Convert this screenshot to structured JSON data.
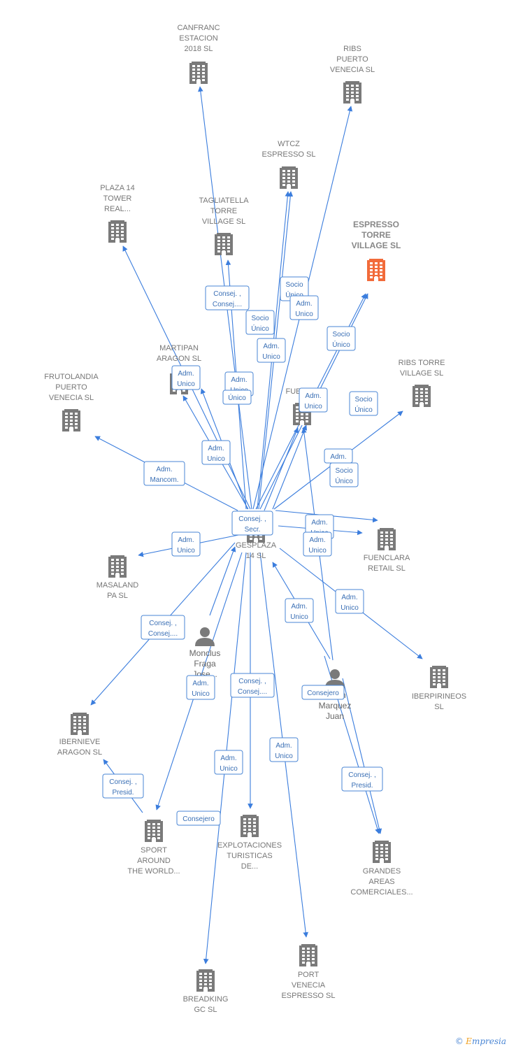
{
  "colors": {
    "edge": "#3b7ddd",
    "building": "#7a7a7a",
    "focus_building": "#f26b3a",
    "person": "#7a7a7a"
  },
  "nodes": [
    {
      "id": "canfranc",
      "kind": "company",
      "lines": [
        "CANFRANC",
        "ESTACION",
        "2018  SL"
      ]
    },
    {
      "id": "ribs_pv",
      "kind": "company",
      "lines": [
        "RIBS",
        "PUERTO",
        "VENECIA SL"
      ]
    },
    {
      "id": "wtcz",
      "kind": "company",
      "lines": [
        "WTCZ",
        "ESPRESSO  SL"
      ]
    },
    {
      "id": "plaza14",
      "kind": "company",
      "lines": [
        "PLAZA 14",
        "TOWER",
        "REAL..."
      ]
    },
    {
      "id": "tagliatella",
      "kind": "company",
      "lines": [
        "TAGLIATELLA",
        "TORRE",
        "VILLAGE  SL"
      ]
    },
    {
      "id": "espresso_torre",
      "kind": "focus",
      "lines": [
        "ESPRESSO",
        "TORRE",
        "VILLAGE  SL"
      ]
    },
    {
      "id": "martipan",
      "kind": "company",
      "lines": [
        "MARTIPAN",
        "ARAGON SL"
      ]
    },
    {
      "id": "frutolandia",
      "kind": "company",
      "lines": [
        "FRUTOLANDIA",
        "PUERTO",
        "VENECIA SL"
      ]
    },
    {
      "id": "fuenclara",
      "kind": "company",
      "lines": [
        "FUENC..."
      ]
    },
    {
      "id": "ribs_torre",
      "kind": "company",
      "lines": [
        "RIBS TORRE",
        "VILLAGE  SL"
      ]
    },
    {
      "id": "gesplaza",
      "kind": "company",
      "lines": [
        "GESPLAZA",
        "14 SL"
      ]
    },
    {
      "id": "fuenclara_retail",
      "kind": "company",
      "lines": [
        "FUENCLARA",
        "RETAIL  SL"
      ]
    },
    {
      "id": "masaland",
      "kind": "company",
      "lines": [
        "MASALAND",
        "PA SL"
      ]
    },
    {
      "id": "monclus",
      "kind": "person",
      "lines": [
        "Monclus",
        "Fraga",
        "Jose..."
      ]
    },
    {
      "id": "iberpirineos",
      "kind": "company",
      "lines": [
        "IBERPIRINEOS",
        "SL"
      ]
    },
    {
      "id": "ibernieve",
      "kind": "company",
      "lines": [
        "IBERNIEVE",
        "ARAGON  SL"
      ]
    },
    {
      "id": "marquez",
      "kind": "person",
      "lines": [
        "Arcon",
        "Marquez",
        "Juan"
      ]
    },
    {
      "id": "sport",
      "kind": "company",
      "lines": [
        "SPORT",
        "AROUND",
        "THE WORLD..."
      ]
    },
    {
      "id": "explotaciones",
      "kind": "company",
      "lines": [
        "EXPLOTACIONES",
        "TURISTICAS",
        "DE..."
      ]
    },
    {
      "id": "grandes",
      "kind": "company",
      "lines": [
        "GRANDES",
        "AREAS",
        "COMERCIALES..."
      ]
    },
    {
      "id": "breadking",
      "kind": "company",
      "lines": [
        "BREADKING",
        "GC SL"
      ]
    },
    {
      "id": "port_venecia",
      "kind": "company",
      "lines": [
        "PORT",
        "VENECIA",
        "ESPRESSO SL"
      ]
    }
  ],
  "edge_labels": [
    {
      "id": "e1",
      "lines": [
        "Consej. ,",
        "Consej...."
      ]
    },
    {
      "id": "e2",
      "lines": [
        "Socio",
        "Único"
      ]
    },
    {
      "id": "e3",
      "lines": [
        "Adm.",
        "Unico"
      ]
    },
    {
      "id": "e4",
      "lines": [
        "Socio",
        "Único"
      ]
    },
    {
      "id": "e5",
      "lines": [
        "Adm.",
        "Unico"
      ]
    },
    {
      "id": "e6",
      "lines": [
        "Socio",
        "Único"
      ]
    },
    {
      "id": "e7",
      "lines": [
        "Adm.",
        "Unico"
      ]
    },
    {
      "id": "e8",
      "lines": [
        "Adm.",
        "Unico"
      ]
    },
    {
      "id": "e9",
      "lines": [
        "Único"
      ]
    },
    {
      "id": "e10",
      "lines": [
        "Adm.",
        "Unico"
      ]
    },
    {
      "id": "e11",
      "lines": [
        "Socio",
        "Único"
      ]
    },
    {
      "id": "e12",
      "lines": [
        "Adm.",
        "Unico"
      ]
    },
    {
      "id": "e13",
      "lines": [
        "Adm.",
        "Mancom."
      ]
    },
    {
      "id": "e14",
      "lines": [
        "Adm."
      ]
    },
    {
      "id": "e15",
      "lines": [
        "Socio",
        "Único"
      ]
    },
    {
      "id": "e16",
      "lines": [
        "Consej. ,",
        "Secr."
      ]
    },
    {
      "id": "e17",
      "lines": [
        "Adm.",
        "Unico"
      ]
    },
    {
      "id": "e18",
      "lines": [
        "Adm.",
        "Unico"
      ]
    },
    {
      "id": "e19",
      "lines": [
        "Adm.",
        "Unico"
      ]
    },
    {
      "id": "e20",
      "lines": [
        "Adm.",
        "Unico"
      ]
    },
    {
      "id": "e21",
      "lines": [
        "Adm.",
        "Unico"
      ]
    },
    {
      "id": "e22",
      "lines": [
        "Consej. ,",
        "Consej...."
      ]
    },
    {
      "id": "e23",
      "lines": [
        "Adm.",
        "Unico"
      ]
    },
    {
      "id": "e24",
      "lines": [
        "Consej. ,",
        "Consej...."
      ]
    },
    {
      "id": "e25",
      "lines": [
        "Consejero"
      ]
    },
    {
      "id": "e26",
      "lines": [
        "Adm.",
        "Unico"
      ]
    },
    {
      "id": "e27",
      "lines": [
        "Adm.",
        "Unico"
      ]
    },
    {
      "id": "e28",
      "lines": [
        "Consej. ,",
        "Presid."
      ]
    },
    {
      "id": "e29",
      "lines": [
        "Consejero"
      ]
    },
    {
      "id": "e30",
      "lines": [
        "Consej. ,",
        "Presid."
      ]
    }
  ],
  "footer": {
    "copyright": "©",
    "brand_first": "E",
    "brand_rest": "mpresia"
  }
}
